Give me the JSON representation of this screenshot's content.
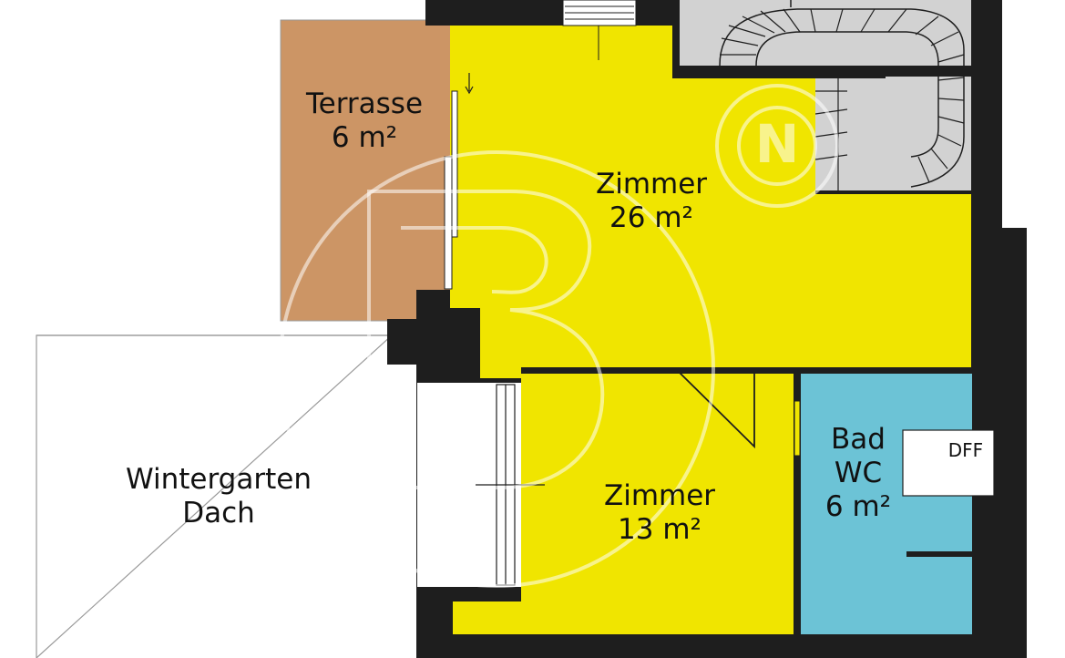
{
  "colors": {
    "wall": "#1e1e1e",
    "room": "#f0e500",
    "terrace": "#cc9565",
    "bath": "#6cc3d6",
    "stairs": "#d2d2d2",
    "outline": "#9a9a9a",
    "watermark": "#ffffff"
  },
  "rooms": {
    "terrace": {
      "name": "Terrasse",
      "area": "6 m²"
    },
    "room_large": {
      "name": "Zimmer",
      "area": "26 m²"
    },
    "room_small": {
      "name": "Zimmer",
      "area": "13 m²"
    },
    "bath": {
      "name_line1": "Bad",
      "name_line2": "WC",
      "area": "6 m²"
    },
    "wintergarden": {
      "name_line1": "Wintergarten",
      "name_line2": "Dach"
    }
  },
  "fixtures": {
    "dff": "DFF"
  },
  "watermark": {
    "compass_letter": "N"
  }
}
